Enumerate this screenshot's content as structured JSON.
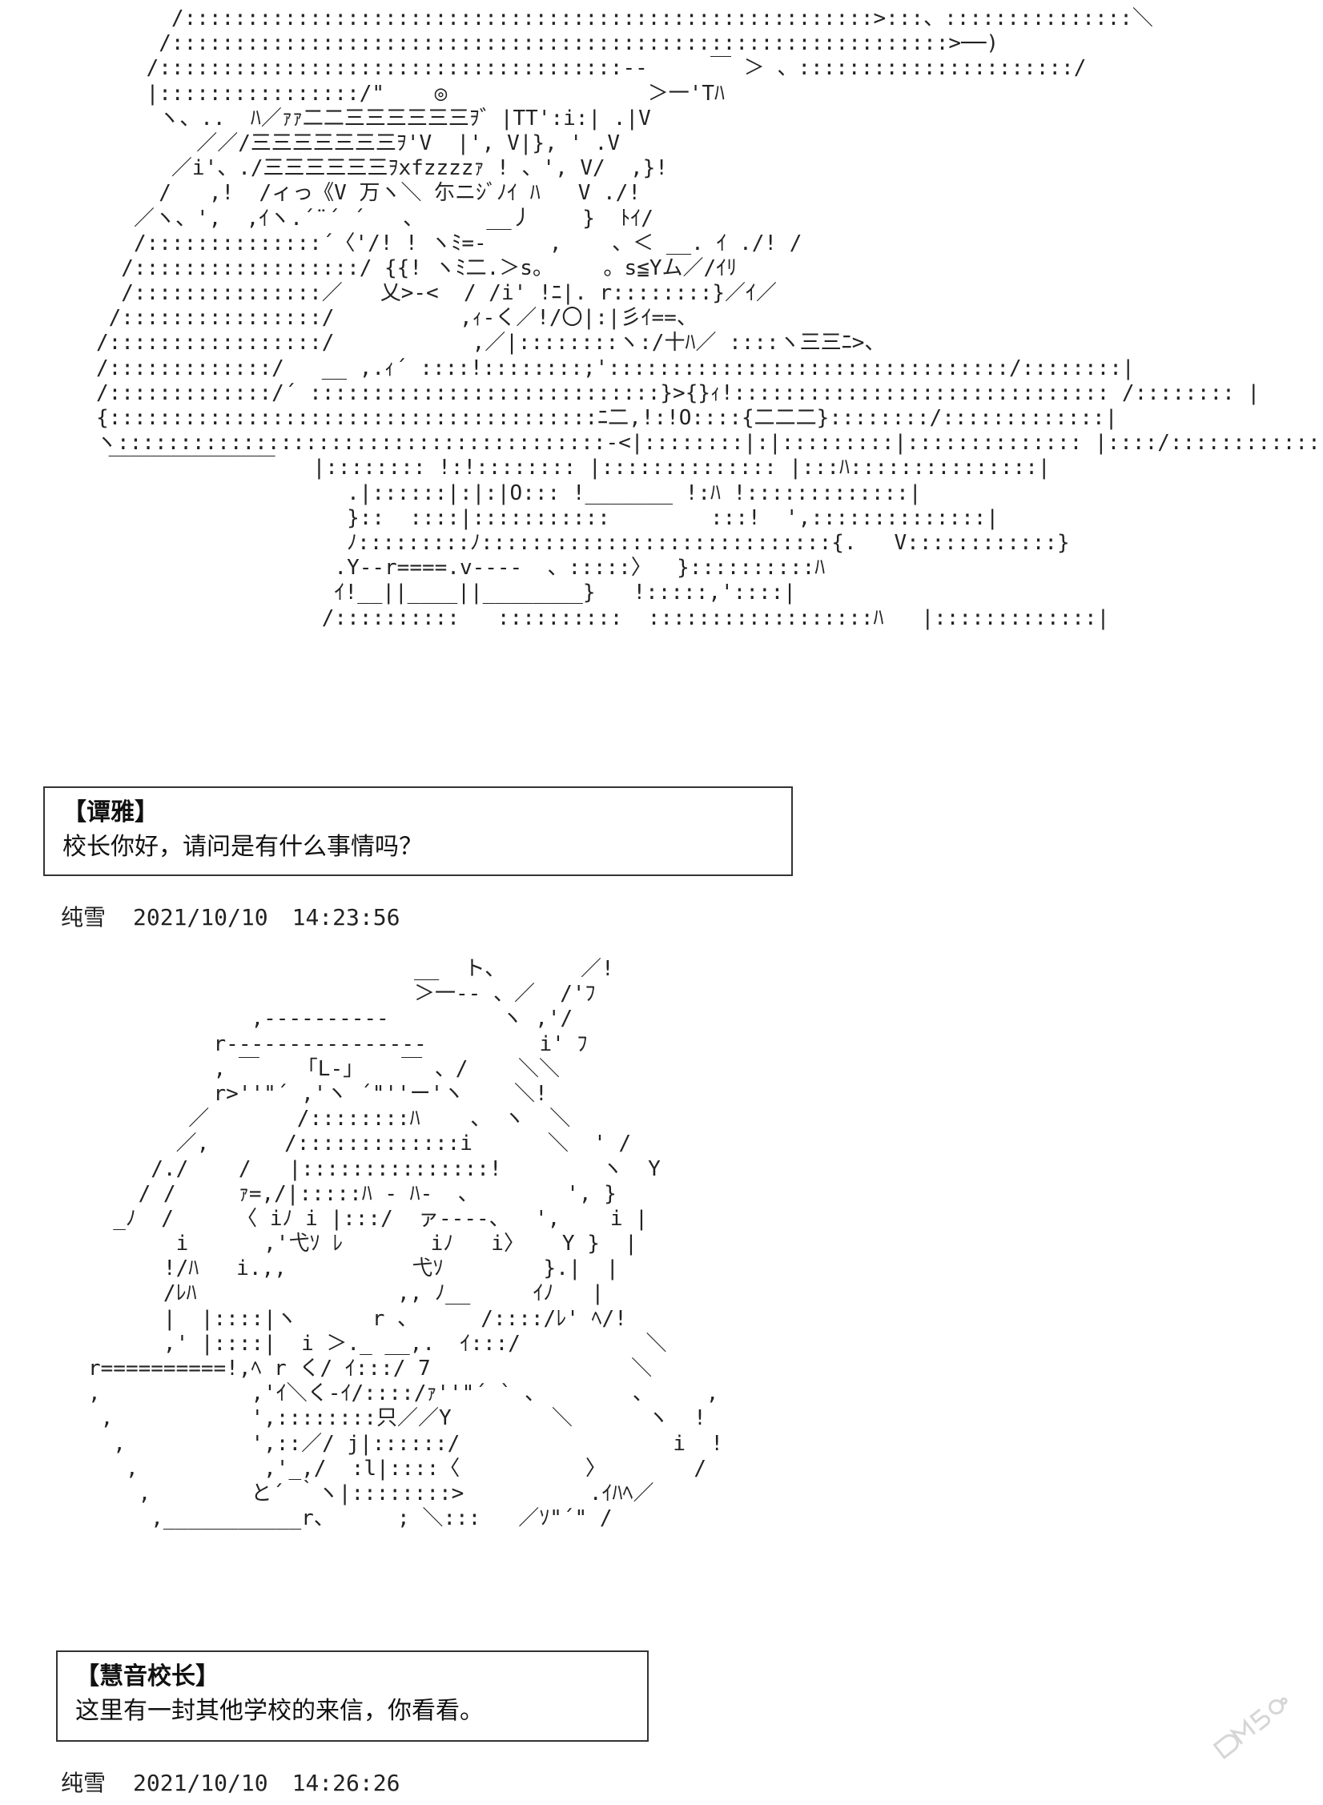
{
  "panels": [
    {
      "art": "      /:::::::::::::::::::::::::::::::::::::::::::::::::::::::>:::、:::::::::::::::＼\n     /::::::::::::::::::::::::::::::::::::::::::::::::::::::::::::::>──)\n    /:::::::::::::::::::::::::::::::::::::-‐     ￣ ＞ 、::::::::::::::::::::::/\n    |::::::::::::::::/\"    ◎                ＞一'Tﾊ\n     ヽ、..  ﾊ／ｧｧ二二三三三三三三ｦ゛|TT':i:| .|V\n        ／／/三三三三三三三ｦ'V  |', V|}, ' .V\n      ／i'、./三三三三三三ｦxfzzzzｧ ! 、', V/  ,}!\n     /   ,!  /ィっ《V 万ヽ＼ 尓ニｼﾞﾉｲ ﾊ   V ./!\n   ／ヽ、',  ,ｲヽ.´¨´ ´   、     __丿    }  ﾄｲ/\n   /::::::::::::::´〈'/! ! ヽﾐ=-     ,    、＜ __. ｲ ./! /\n  /::::::::::::::::::/ {{! ヽﾐ二.＞s。    。s≦Yム／/ｲﾘ\n  /:::::::::::::::／   乂>-<  / /i' !ﾆ|. r::::::::}／ｲ／\n /::::::::::::::::/          ,ｨ-く／!/〇|:|彡ｲ==、\n/:::::::::::::::::/           ,／|::::::::ヽ:/十ﾊ／ ::::ヽ三三ﾆ>、\n/:::::::::::::/   __ ,.ｨ´ ::::!::::::::;'::::::::::::::::::::::::::::::::/::::::::|\n/:::::::::::::/´ ::::::::::::::::::::::::::::}>{}ｨ!:::::::::::::::::::::::::::::: /:::::::: |\n{:::::::::::::::::::::::::::::::::::::::ﾆ二,!:!O::::{二二二}::::::::/:::::::::::::|\nヽ:::::::::::::::::::::::::::::::::::::::-<|::::::::|:|:::::::::|:::::::::::::: |::::/::::::::::::::|\n ￣￣￣￣￣￣￣￣   |:::::::: !:!:::::::: |:::::::::::::: |:::ﾊ:::::::::::::::|\n                    .|::::::|:|:|O::: !_______ !:ﾊ !:::::::::::::|\n                    }::  ::::|:::::::::::        :::!  ',::::::::::::::|\n                    ﾉ:::::::::ﾉ::::::::::::::::::::::::::::{.   V::::::::::::}\n                   .Y--r====.v----  、:::::〉  }::::::::::ﾊ\n                   ｲ!__||____||________}   !:::::,'::::|\n                  /::::::::::   ::::::::::  ::::::::::::::::::ﾊ   |:::::::::::::|",
      "speaker": "【谭雅】",
      "line": "校长你好，请问是有什么事情吗？",
      "author": "纯雪",
      "date": "2021/10/10",
      "time": "14:23:56"
    },
    {
      "art": "                          __  ト、      ／!\n                          ＞一-- 、／  /'ﾌ\n             ,----------         ヽ ,'/\n          r----------------         i' ﾌ\n          , ￣   「L-」   ￣ 、/    ＼＼\n          r>''\"´ ,'ヽ ´\"''ー'ヽ    ＼!\n        ／       /::::::::ﾊ    、 ヽ  ＼\n       ／,      /:::::::::::::i      ＼  ' /\n     /./    /   |:::::::::::::::!        ヽ  Y\n    / /     ｧ=,/|:::::ﾊ - ﾊ-  、       ', }\n  _ﾉ  /     〈 iﾉ i |:::/  ァ----、  ',    i |\n       i      ,'弋ｿ ﾚ       iﾉ   i〉   Y }  |\n      !/ﾊ   i.,,          弋ｿ        }.|  |\n      /ﾚﾊ                ,, ﾉ__     ｲﾉ   |\n      |  |::::|ヽ      r 、     /::::/ﾚ' ﾍ/!\n      ,' |::::|  i ＞._ __,.  ｲ:::/          ＼\nr==========!,ﾍ r く/ ｲ:::/ 7                ＼\n,            ,'ｲ＼く-ｲ/::::/ｧ''\"´ ` 、       ､     ,\n ,           ',::::::::只／／Y        ＼      ヽ  !\n  ,          ',::／/ j|::::::/                 i  !\n   ,          ,'_,/  :l|::::〈          〉       /\n    ,        と´ ｀ヽ|::::::::>          .ｲﾊﾍ／\n     ,___________r、     ; ＼:::   ／ｿ\"´\" /",
      "speaker": "【慧音校长】",
      "line": "这里有一封其他学校的来信，你看看。",
      "author": "纯雪",
      "date": "2021/10/10",
      "time": "14:26:26"
    }
  ],
  "watermark_icon": "dm5-logo-icon"
}
